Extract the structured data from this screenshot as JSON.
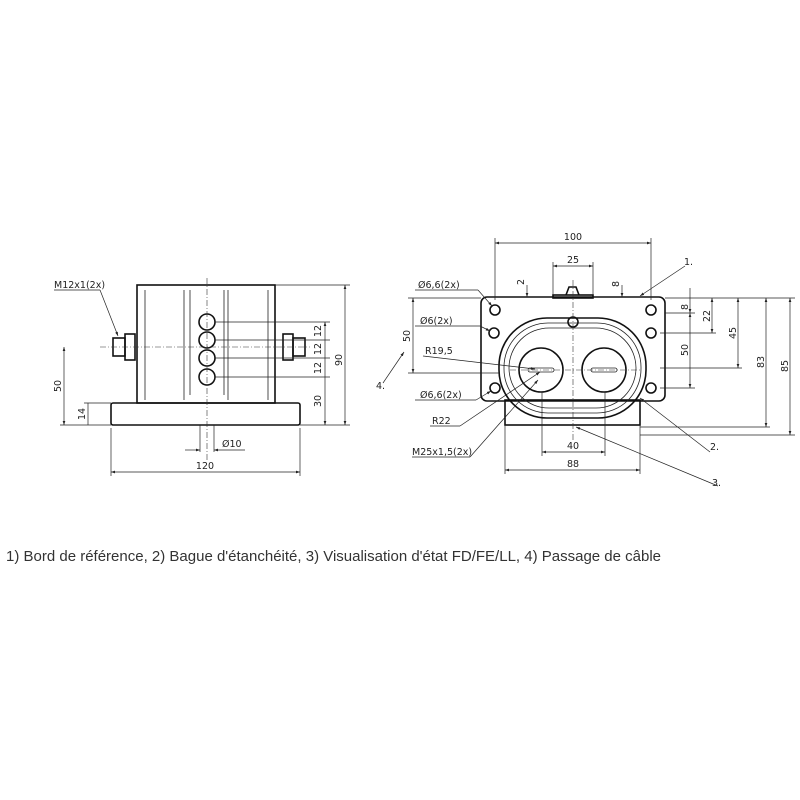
{
  "side_view": {
    "thread_label": "M12x1(2x)",
    "dim_height_total": "90",
    "dim_spacing_1": "12",
    "dim_spacing_2": "12",
    "dim_spacing_3": "12",
    "dim_lower": "30",
    "dim_axis_height": "50",
    "dim_base_height": "14",
    "dim_diameter": "Ø10",
    "dim_width": "120"
  },
  "front_view": {
    "dim_width_top": "100",
    "dim_center": "25",
    "dim_2": "2",
    "dim_8_top": "8",
    "dim_8_right": "8",
    "dim_22": "22",
    "dim_45": "45",
    "dim_50_right": "50",
    "dim_83": "83",
    "dim_85": "85",
    "dim_50_left": "50",
    "hole_66_top": "Ø6,6(2x)",
    "hole_6": "Ø6(2x)",
    "radius_195": "R19,5",
    "hole_66_bottom": "Ø6,6(2x)",
    "radius_22": "R22",
    "thread_m25": "M25x1,5(2x)",
    "dim_40": "40",
    "dim_88": "88",
    "callout_1": "1.",
    "callout_2": "2.",
    "callout_3": "3.",
    "callout_4": "4."
  },
  "caption": "1) Bord de référence, 2) Bague d'étanchéité, 3) Visualisation d'état FD/FE/LL, 4) Passage de câble"
}
